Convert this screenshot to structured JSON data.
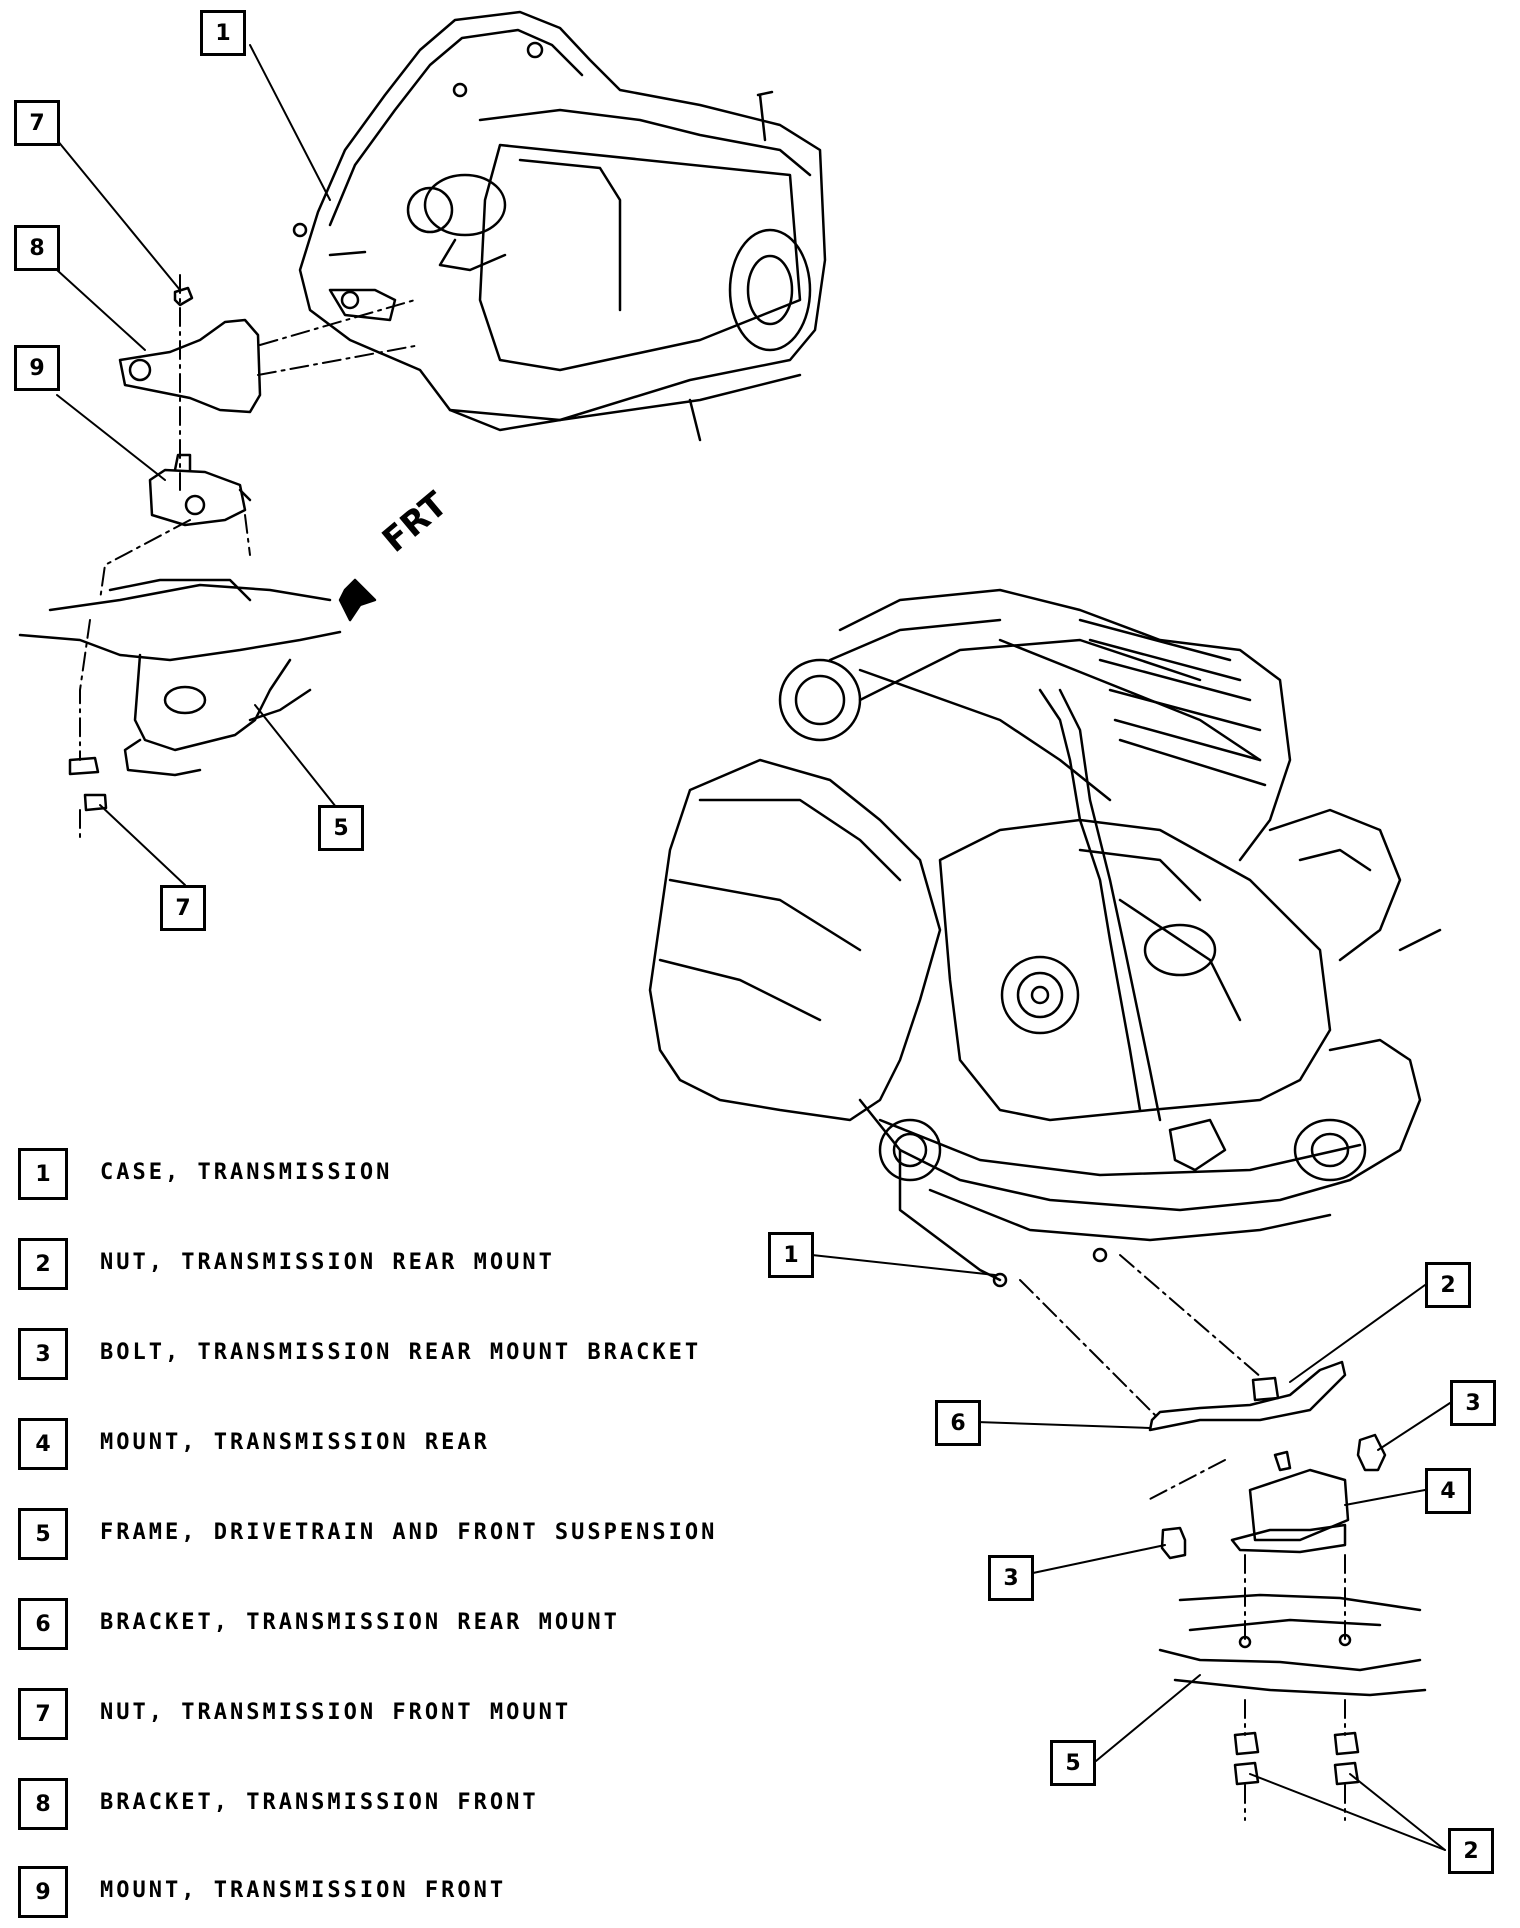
{
  "front_mount_view": {
    "callouts": [
      "1",
      "7",
      "8",
      "9",
      "5",
      "7"
    ],
    "direction_label": "FRT"
  },
  "rear_mount_view": {
    "callouts": [
      "1",
      "2",
      "6",
      "3",
      "4",
      "3",
      "5",
      "2"
    ]
  },
  "legend": [
    {
      "number": "1",
      "text": "CASE, TRANSMISSION"
    },
    {
      "number": "2",
      "text": "NUT, TRANSMISSION REAR MOUNT"
    },
    {
      "number": "3",
      "text": "BOLT, TRANSMISSION REAR MOUNT BRACKET"
    },
    {
      "number": "4",
      "text": "MOUNT, TRANSMISSION REAR"
    },
    {
      "number": "5",
      "text": "FRAME, DRIVETRAIN AND FRONT SUSPENSION"
    },
    {
      "number": "6",
      "text": "BRACKET, TRANSMISSION REAR MOUNT"
    },
    {
      "number": "7",
      "text": "NUT, TRANSMISSION FRONT MOUNT"
    },
    {
      "number": "8",
      "text": "BRACKET, TRANSMISSION FRONT"
    },
    {
      "number": "9",
      "text": "MOUNT, TRANSMISSION FRONT"
    }
  ]
}
